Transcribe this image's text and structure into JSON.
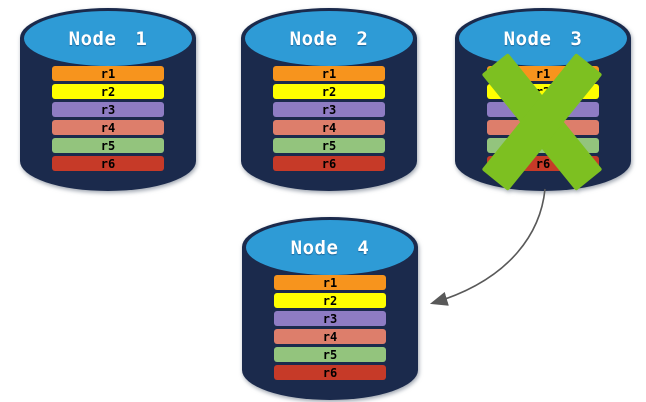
{
  "nodes": [
    {
      "title": "Node 1",
      "rows": [
        "r1",
        "r2",
        "r3",
        "r4",
        "r5",
        "r6"
      ],
      "status": "healthy"
    },
    {
      "title": "Node 2",
      "rows": [
        "r1",
        "r2",
        "r3",
        "r4",
        "r5",
        "r6"
      ],
      "status": "healthy"
    },
    {
      "title": "Node 3",
      "rows": [
        "r1",
        "r2",
        "r3",
        "r4",
        "r5",
        "r6"
      ],
      "status": "failed"
    },
    {
      "title": "Node 4",
      "rows": [
        "r1",
        "r2",
        "r3",
        "r4",
        "r5",
        "r6"
      ],
      "status": "healthy"
    }
  ],
  "row_colors": [
    "#F7941D",
    "#FFFF00",
    "#8E7CC3",
    "#DD7E6B",
    "#93C47D",
    "#C63A28"
  ],
  "colors": {
    "cylinder_body": "#1B2A4C",
    "cylinder_top": "#2E9BD6",
    "title_text": "#FFFFFF",
    "row_text": "#000000",
    "failure_x": "#7DC021",
    "arrow": "#595959"
  },
  "icons": {
    "failure": "green-x-mark-icon",
    "transfer": "curved-arrow-from-node3-to-node4"
  }
}
